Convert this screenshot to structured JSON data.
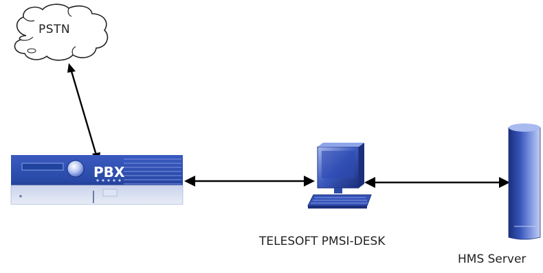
{
  "diagram": {
    "cloud": {
      "label": "PSTN"
    },
    "pbx": {
      "label": "PBX"
    },
    "workstation": {
      "label": "TELESOFT PMSI-DESK"
    },
    "server": {
      "label": "HMS Server"
    }
  },
  "colors": {
    "device_blue": "#2a4aa8",
    "device_dark": "#1b2f7a",
    "device_light": "#8fa6e8",
    "line": "#000000"
  }
}
